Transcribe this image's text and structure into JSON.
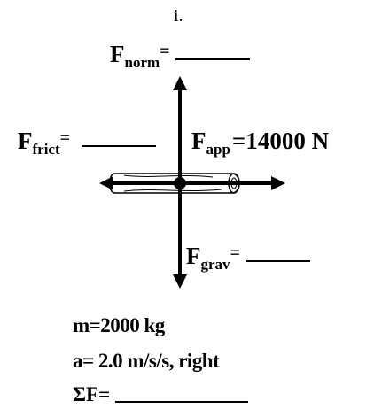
{
  "part_label": "i.",
  "forces": {
    "normal": {
      "symbol": "F",
      "subscript": "norm",
      "eq": "="
    },
    "friction": {
      "symbol": "F",
      "subscript": "frict",
      "eq": "="
    },
    "applied": {
      "symbol": "F",
      "subscript": "app",
      "eq": "=",
      "value": "14000 N"
    },
    "gravity": {
      "symbol": "F",
      "subscript": "grav",
      "eq": "="
    }
  },
  "given": {
    "mass": "m=2000 kg",
    "acceleration": "a= 2.0 m/s/s, right",
    "net_force_label": "ΣF="
  }
}
